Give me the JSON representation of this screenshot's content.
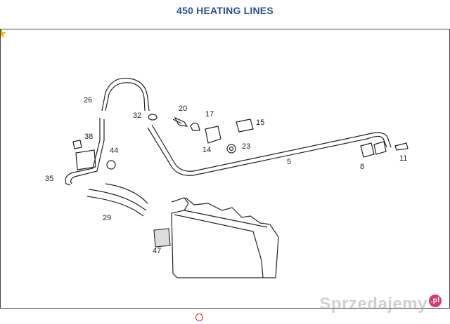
{
  "header": {
    "title": "450 HEATING LINES"
  },
  "parts": [
    "26",
    "32",
    "20",
    "17",
    "15",
    "38",
    "44",
    "14",
    "23",
    "5",
    "8",
    "11",
    "35",
    "29",
    "47"
  ],
  "watermark": {
    "brand": "Sprzedajemy",
    "suffix": ".pl"
  },
  "colors": {
    "title": "#2a4f96",
    "marker": "#dd2222",
    "star": "#f4b400"
  },
  "icons": {
    "star": "star-icon",
    "marker": "circle-marker-icon"
  }
}
